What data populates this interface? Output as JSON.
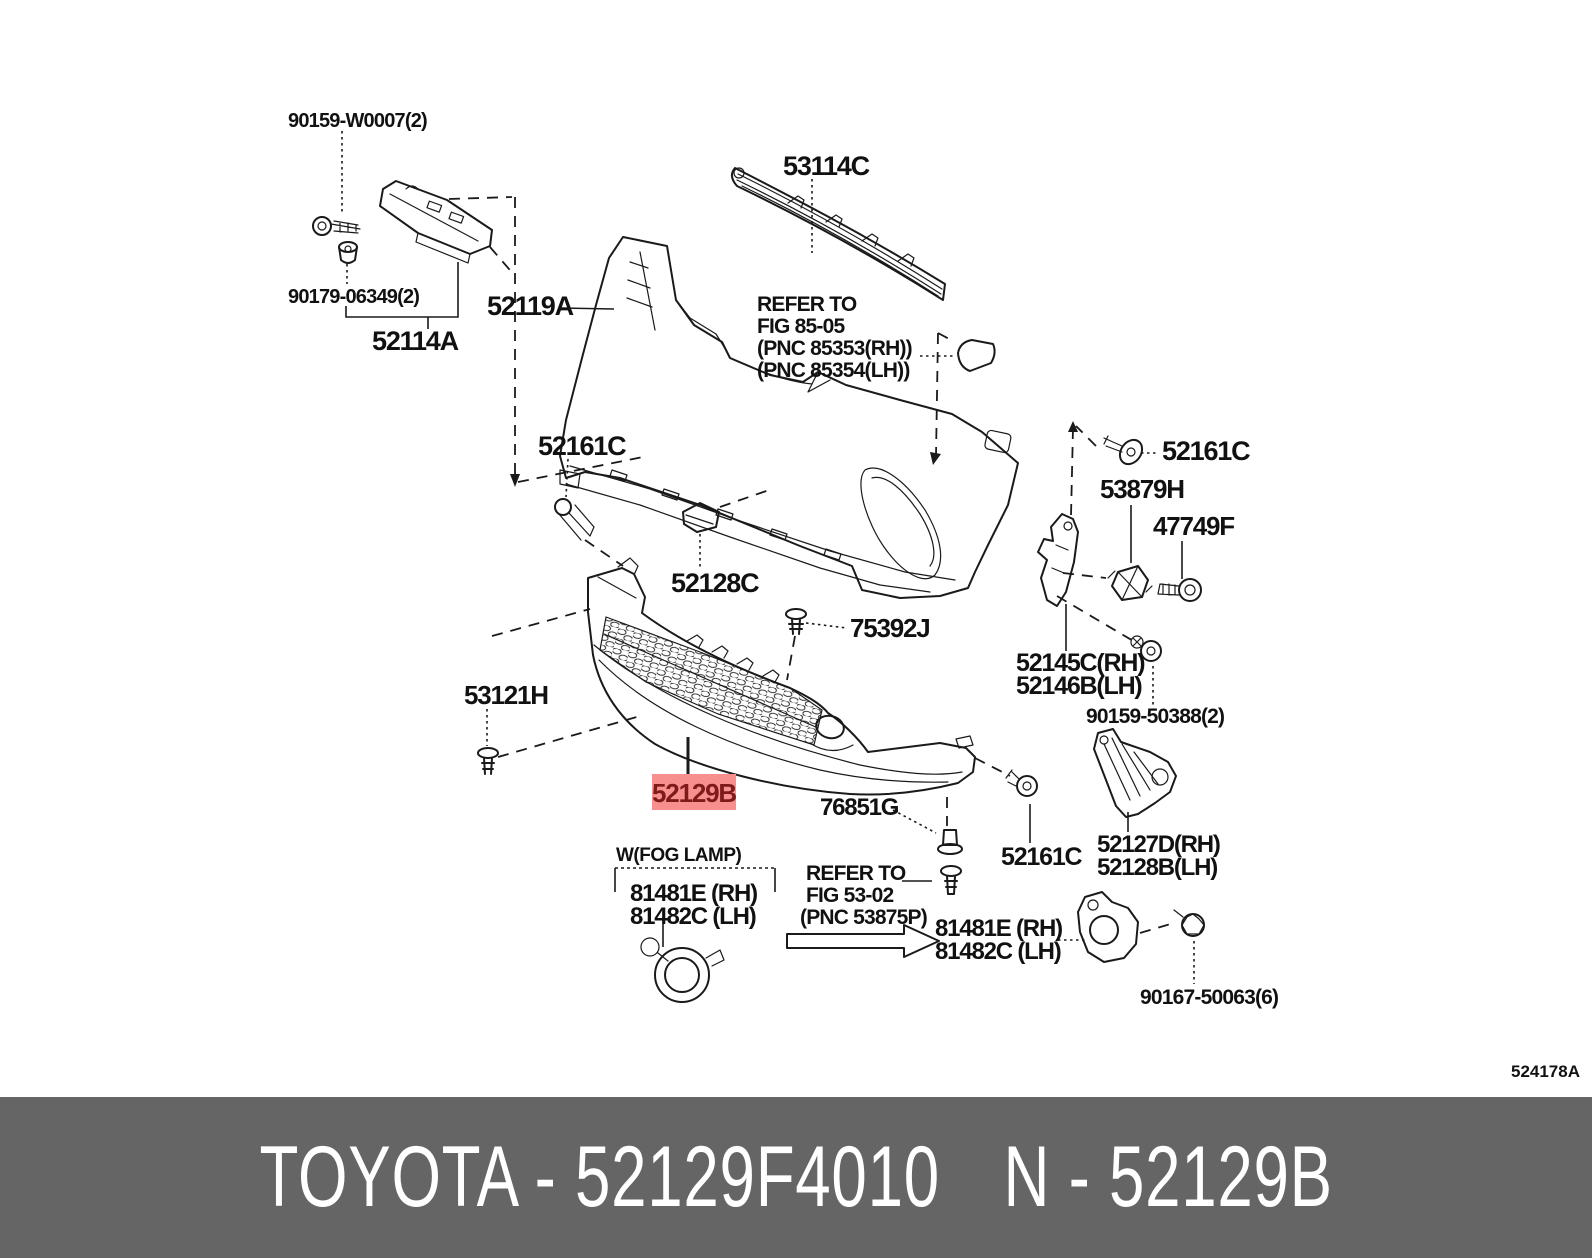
{
  "diagram": {
    "ref_code": "524178A",
    "highlight_label": "52129B",
    "labels": {
      "p90159w": "90159-W0007(2)",
      "p90179": "90179-06349(2)",
      "p52114a": "52114A",
      "p53114c": "53114C",
      "p52119a": "52119A",
      "p52161c_left": "52161C",
      "p52161c_top_right": "52161C",
      "p52161c_bottom": "52161C",
      "p53879h": "53879H",
      "p47749f": "47749F",
      "p52128c": "52128C",
      "p75392j": "75392J",
      "p52145c": "52145C(RH)",
      "p52146b": "52146B(LH)",
      "p90159_50388": "90159-50388(2)",
      "p53121h": "53121H",
      "p76851g": "76851G",
      "p52127d": "52127D(RH)",
      "p52128b": "52128B(LH)",
      "fog_note": "W(FOG LAMP)",
      "fog_left_rh": "81481E (RH)",
      "fog_left_lh": "81482C (LH)",
      "fog_right_rh": "81481E (RH)",
      "fog_right_lh": "81482C (LH)",
      "p90167": "90167-50063(6)"
    },
    "notes": {
      "refer85_l1": "REFER TO",
      "refer85_l2": "FIG 85-05",
      "refer85_l3": "(PNC 85353(RH))",
      "refer85_l4": "(PNC 85354(LH))",
      "refer53_l1": "REFER TO",
      "refer53_l2": "FIG 53-02",
      "refer53_l3": "(PNC 53875P)"
    }
  },
  "banner": {
    "left": "TOYOTA - 52129F4010",
    "right": "N - 52129B"
  },
  "colors": {
    "banner_bg": "#656565",
    "banner_text": "#ffffff",
    "highlight_bg": "#f78f8f",
    "highlight_text": "#7d1b1b",
    "line": "#1a1a1a"
  }
}
